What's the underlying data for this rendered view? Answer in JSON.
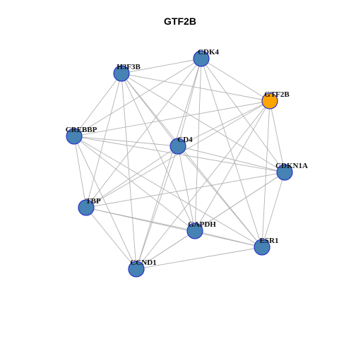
{
  "title": "GTF2B",
  "colors": {
    "node_default": "#4682b4",
    "node_highlight": "#ffa500",
    "node_border": "#2b34c8",
    "edge": "#b3b3b3"
  },
  "nodes": [
    {
      "id": "GTF2B",
      "label": "GTF2B",
      "highlight": true
    },
    {
      "id": "CDK4",
      "label": "CDK4"
    },
    {
      "id": "H3F3B",
      "label": "H3F3B"
    },
    {
      "id": "CREBBP",
      "label": "CREBBP"
    },
    {
      "id": "CD4",
      "label": "CD4"
    },
    {
      "id": "CDKN1A",
      "label": "CDKN1A"
    },
    {
      "id": "TBP",
      "label": "TBP"
    },
    {
      "id": "GAPDH",
      "label": "GAPDH"
    },
    {
      "id": "ESR1",
      "label": "ESR1"
    },
    {
      "id": "CCND1",
      "label": "CCND1"
    }
  ],
  "edges": [
    [
      "CDK4",
      "H3F3B"
    ],
    [
      "CDK4",
      "GTF2B"
    ],
    [
      "CDK4",
      "CREBBP"
    ],
    [
      "CDK4",
      "CD4"
    ],
    [
      "CDK4",
      "CDKN1A"
    ],
    [
      "CDK4",
      "TBP"
    ],
    [
      "CDK4",
      "GAPDH"
    ],
    [
      "CDK4",
      "ESR1"
    ],
    [
      "CDK4",
      "CCND1"
    ],
    [
      "H3F3B",
      "GTF2B"
    ],
    [
      "H3F3B",
      "CD4"
    ],
    [
      "H3F3B",
      "CDKN1A"
    ],
    [
      "H3F3B",
      "TBP"
    ],
    [
      "H3F3B",
      "GAPDH"
    ],
    [
      "H3F3B",
      "ESR1"
    ],
    [
      "H3F3B",
      "CCND1"
    ],
    [
      "H3F3B",
      "CREBBP"
    ],
    [
      "GTF2B",
      "CREBBP"
    ],
    [
      "GTF2B",
      "CD4"
    ],
    [
      "GTF2B",
      "CDKN1A"
    ],
    [
      "GTF2B",
      "TBP"
    ],
    [
      "GTF2B",
      "GAPDH"
    ],
    [
      "GTF2B",
      "ESR1"
    ],
    [
      "GTF2B",
      "CCND1"
    ],
    [
      "CREBBP",
      "CD4"
    ],
    [
      "CREBBP",
      "CDKN1A"
    ],
    [
      "CREBBP",
      "TBP"
    ],
    [
      "CREBBP",
      "GAPDH"
    ],
    [
      "CREBBP",
      "ESR1"
    ],
    [
      "CREBBP",
      "CCND1"
    ],
    [
      "CD4",
      "CDKN1A"
    ],
    [
      "CD4",
      "TBP"
    ],
    [
      "CD4",
      "GAPDH"
    ],
    [
      "CD4",
      "ESR1"
    ],
    [
      "CD4",
      "CCND1"
    ],
    [
      "CDKN1A",
      "TBP"
    ],
    [
      "CDKN1A",
      "GAPDH"
    ],
    [
      "CDKN1A",
      "ESR1"
    ],
    [
      "CDKN1A",
      "CCND1"
    ],
    [
      "TBP",
      "GAPDH"
    ],
    [
      "TBP",
      "ESR1"
    ],
    [
      "TBP",
      "CCND1"
    ],
    [
      "GAPDH",
      "ESR1"
    ],
    [
      "GAPDH",
      "CCND1"
    ],
    [
      "ESR1",
      "CCND1"
    ]
  ]
}
